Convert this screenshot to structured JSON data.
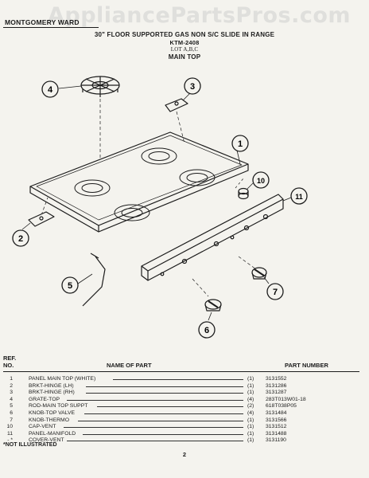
{
  "header": {
    "brand": "MONTGOMERY WARD",
    "watermark": "AppliancePartsPros.com",
    "title": "30\" FLOOR SUPPORTED GAS NON S/C SLIDE IN RANGE",
    "model": "KTM-2408",
    "lot": "LOT A,B,C",
    "section": "MAIN TOP"
  },
  "callouts": [
    "4",
    "3",
    "1",
    "10",
    "11",
    "2",
    "5",
    "7",
    "6"
  ],
  "table": {
    "ref_header_1": "REF.",
    "ref_header_2": "NO.",
    "name_header": "NAME OF PART",
    "part_header": "PART NUMBER",
    "rows": [
      {
        "ref": "1",
        "name": "PANEL MAIN TOP (WHITE)",
        "qty": "(1)",
        "part": "3131552"
      },
      {
        "ref": "2",
        "name": "BRKT-HINGE (LH)",
        "qty": "(1)",
        "part": "3131286"
      },
      {
        "ref": "3",
        "name": "BRKT-HINGE (RH)",
        "qty": "(1)",
        "part": "3131287"
      },
      {
        "ref": "4",
        "name": "GRATE-TOP",
        "qty": "(4)",
        "part": "283T013W01-18"
      },
      {
        "ref": "5",
        "name": "ROD-MAIN TOP SUPPT",
        "qty": "(2)",
        "part": "618T038P05"
      },
      {
        "ref": "6",
        "name": "KNOB-TOP VALVE",
        "qty": "(4)",
        "part": "3131484"
      },
      {
        "ref": "7",
        "name": "KNOB-THERMO",
        "qty": "(1)",
        "part": "3131566"
      },
      {
        "ref": "10",
        "name": "CAP-VENT",
        "qty": "(1)",
        "part": "3131512"
      },
      {
        "ref": "11",
        "name": "PANEL-MANIFOLD",
        "qty": "(1)",
        "part": "3131488"
      },
      {
        "ref": "- *",
        "name": "COVER-VENT",
        "qty": "(1)",
        "part": "3131190"
      }
    ]
  },
  "footnote": "*NOT ILLUSTRATED",
  "page_number": "2"
}
